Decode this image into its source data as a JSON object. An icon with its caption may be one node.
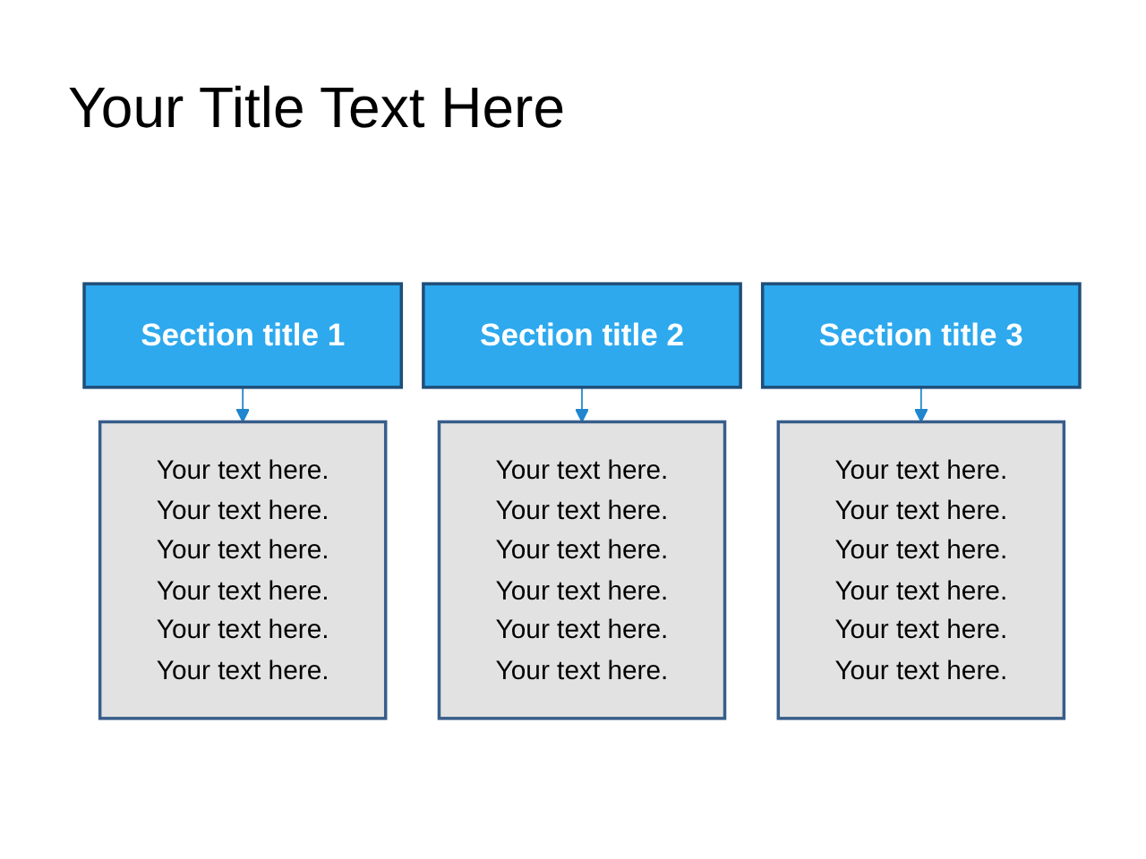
{
  "diagram": {
    "title": "Your Title Text Here",
    "nodes": [
      {
        "text": [
          "Section title 1"
        ]
      },
      {
        "text": [
          "Section title 2"
        ]
      },
      {
        "text": [
          "Section title 3"
        ]
      },
      {
        "text": [
          "Your text here.",
          "Your text here.",
          "Your text here.",
          "Your text here.",
          "Your text here.",
          "Your text here."
        ]
      },
      {
        "text": [
          "Your text here.",
          "Your text here.",
          "Your text here.",
          "Your text here.",
          "Your text here.",
          "Your text here."
        ]
      },
      {
        "text": [
          "Your text here.",
          "Your text here.",
          "Your text here.",
          "Your text here.",
          "Your text here.",
          "Your text here."
        ]
      }
    ],
    "edges": [
      {
        "from": 0,
        "to": 3,
        "arrow": "to"
      },
      {
        "from": 1,
        "to": 4,
        "arrow": "to"
      },
      {
        "from": 2,
        "to": 5,
        "arrow": "to"
      }
    ]
  }
}
